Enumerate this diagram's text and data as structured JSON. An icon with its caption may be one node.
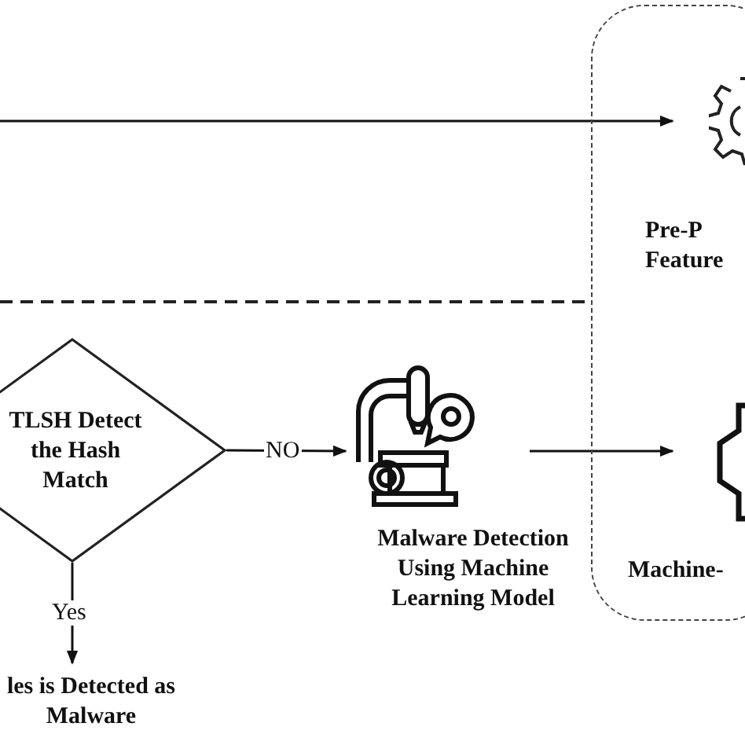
{
  "diagram": {
    "nodes": [
      {
        "text": [
          "TLSH Detect the Hash Match"
        ]
      },
      {
        "text": [
          "Malware Detection Using Machine Learning Model"
        ]
      },
      {
        "text": [
          "les is Detected as Malware"
        ]
      },
      {
        "text": [],
        "shape": "box"
      },
      {
        "text": [
          "Pre-P Feature"
        ],
        "in": 3
      },
      {
        "text": [
          "Machine-"
        ],
        "in": 3
      }
    ],
    "edges": [
      {
        "from": null,
        "to": 4,
        "arrow": "to"
      },
      {
        "from": 0,
        "to": 1,
        "arrow": "to",
        "label": "NO"
      },
      {
        "from": 0,
        "to": 2,
        "arrow": "to",
        "label": "Yes"
      },
      {
        "from": 1,
        "to": 5,
        "arrow": "to"
      }
    ]
  }
}
